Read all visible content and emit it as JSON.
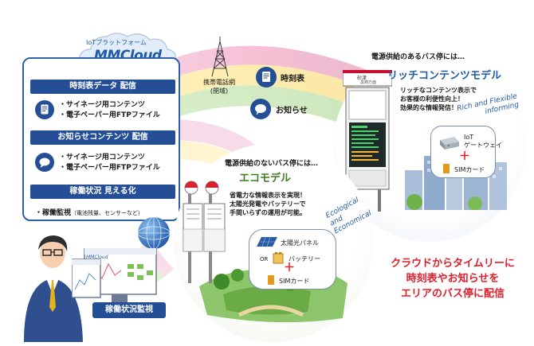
{
  "platform": {
    "subtitle": "IoTプラットフォーム",
    "name": "MMCloud"
  },
  "panel": {
    "sections": [
      {
        "header": "時刻表データ 配信",
        "items": [
          "・サイネージ用コンテンツ",
          "・電子ペーパー用FTPファイル"
        ]
      },
      {
        "header": "お知らせコンテンツ 配信",
        "items": [
          "・サイネージ用コンテンツ",
          "・電子ペーパー用FTPファイル"
        ]
      },
      {
        "header": "稼働状況 見える化"
      }
    ],
    "status_main": "・稼働監視",
    "status_note": "（電池残量、センサーなど）"
  },
  "network": {
    "line1": "携帯電話網",
    "line2": "(閉域)"
  },
  "arc_items": {
    "timetable": "時刻表",
    "notice": "お知らせ"
  },
  "rich": {
    "heading": "電源供給のあるバス停には…",
    "title": "リッチコンテンツモデル",
    "desc": [
      "リッチなコンテンツ表示で",
      "お客様の利便性向上！",
      "効果的な情報発信！"
    ],
    "en": [
      "Rich and Flexible",
      "informing"
    ],
    "gateway_1": "IoT",
    "gateway_2": "ゲートウェイ",
    "sim": "SIMカード",
    "sign_1": "砂津",
    "sign_2": "黒崎方面"
  },
  "eco": {
    "heading": "電源供給のないバス停には…",
    "title": "エコモデル",
    "desc": [
      "省電力な情報表示を実現！",
      "太陽光発電やバッテリーで",
      "手間いらずの運用が可能。"
    ],
    "en": [
      "Ecological",
      "and",
      "Economical"
    ],
    "solar": "太陽光パネル",
    "or": "OR",
    "battery": "バッテリー",
    "sim": "SIMカード"
  },
  "message": [
    "クラウドからタイムリーに",
    "時刻表やお知らせを",
    "エリアのバス停に配信"
  ],
  "monitor": {
    "label": "稼働状況監視",
    "screen_brand": "MMCloud"
  },
  "colors": {
    "navy": "#244f96",
    "brand_blue": "#1f5aa8",
    "eco_green": "#3e7d1e",
    "alert_red": "#e01e2a"
  }
}
